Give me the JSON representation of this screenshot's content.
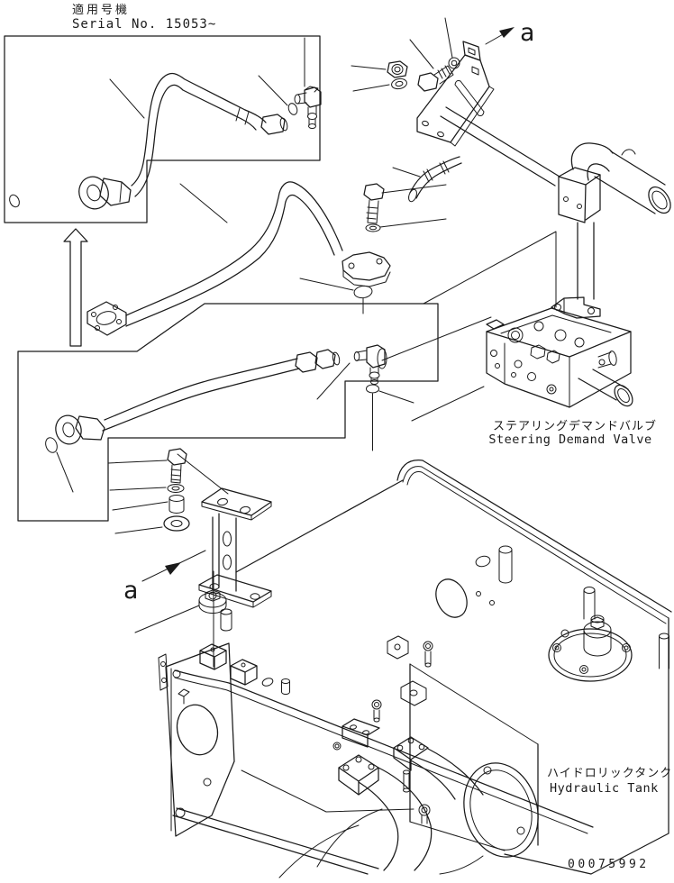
{
  "colors": {
    "background": "#ffffff",
    "line": "#1a1a1a"
  },
  "header": {
    "applicable_model_jp": "適用号機",
    "serial_no": "Serial No. 15053~"
  },
  "view_markers": {
    "upper": "a",
    "lower": "a"
  },
  "labels": {
    "steering_demand_valve_jp": "ステアリングデマンドバルブ",
    "steering_demand_valve_en": "Steering Demand Valve",
    "hydraulic_tank_jp": "ハイドロリックタンク",
    "hydraulic_tank_en": "Hydraulic Tank"
  },
  "footer": {
    "drawing_no": "00075992"
  }
}
